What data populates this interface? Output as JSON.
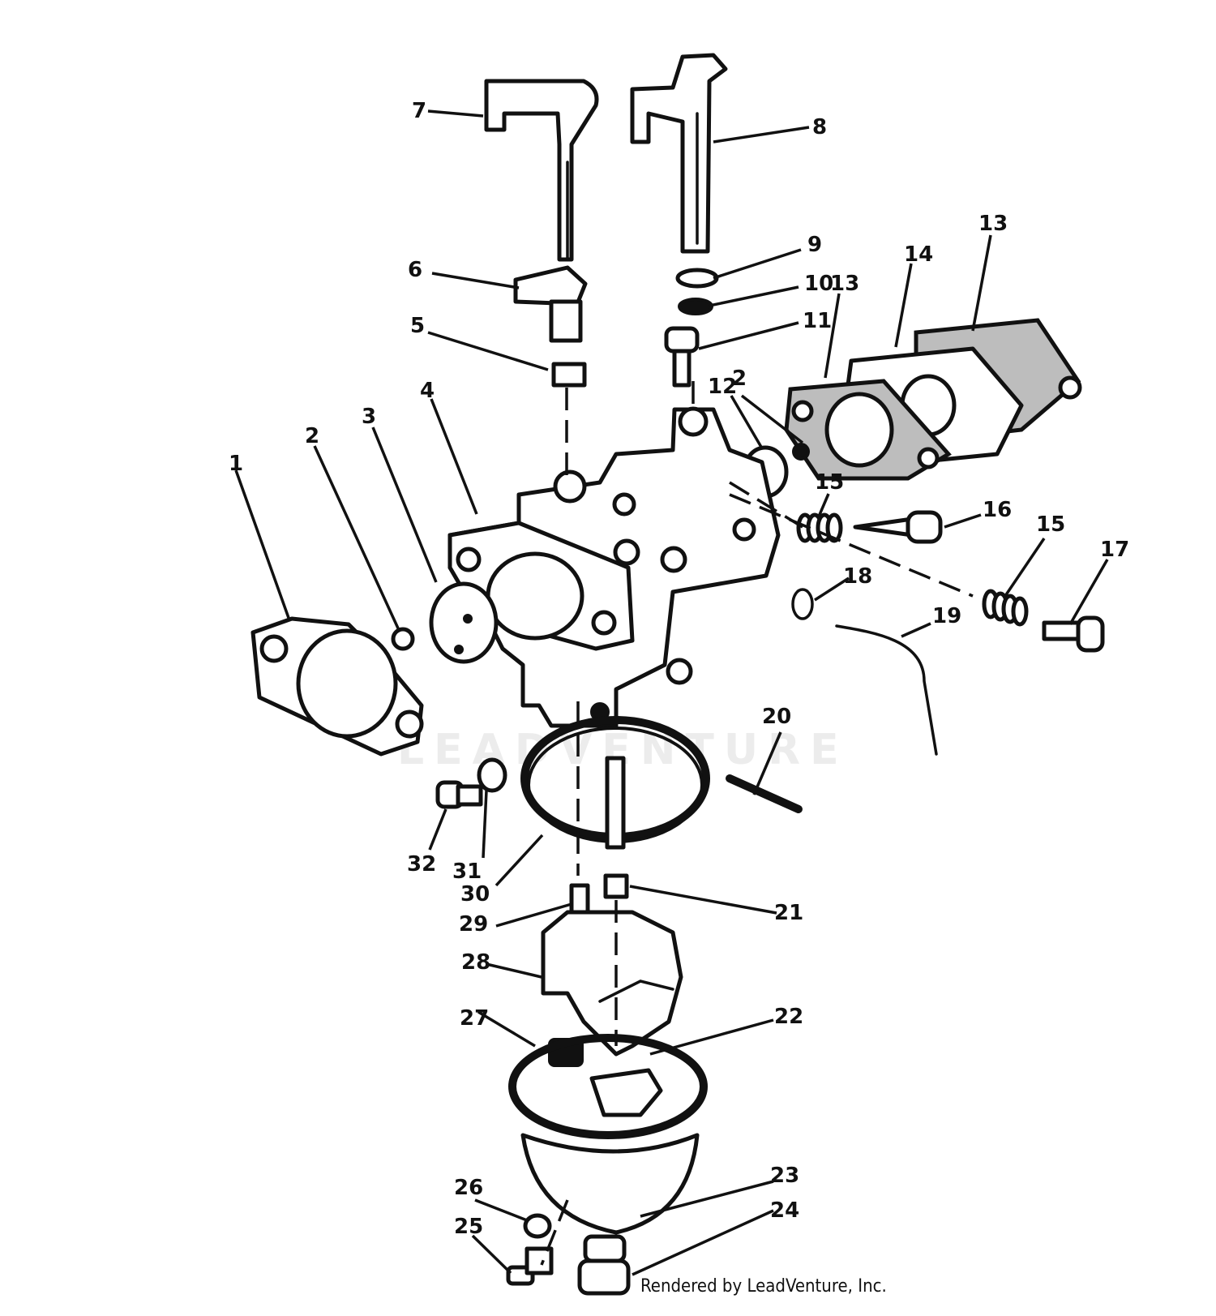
{
  "watermark": "LEADVENTURE",
  "credit": "Rendered by LeadVenture, Inc.",
  "callouts": [
    "1",
    "2",
    "2",
    "3",
    "4",
    "5",
    "6",
    "7",
    "8",
    "9",
    "10",
    "11",
    "12",
    "13",
    "13",
    "14",
    "15",
    "15",
    "16",
    "17",
    "18",
    "19",
    "20",
    "21",
    "22",
    "23",
    "24",
    "25",
    "26",
    "27",
    "28",
    "29",
    "30",
    "31",
    "32"
  ]
}
